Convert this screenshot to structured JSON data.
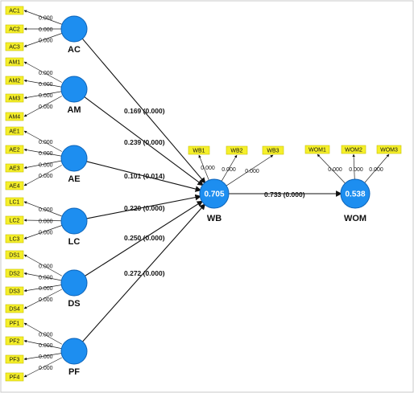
{
  "blocks": [
    {
      "construct": "AC",
      "indicators": [
        "AC1",
        "AC2",
        "AC3"
      ],
      "loadings": [
        "0.000",
        "0.000",
        "0.000"
      ]
    },
    {
      "construct": "AM",
      "indicators": [
        "AM1",
        "AM2",
        "AM3",
        "AM4"
      ],
      "loadings": [
        "0.000",
        "0.000",
        "0.000",
        "0.000"
      ]
    },
    {
      "construct": "AE",
      "indicators": [
        "AE1",
        "AE2",
        "AE3",
        "AE4"
      ],
      "loadings": [
        "0.000",
        "0.000",
        "0.000",
        "0.000"
      ]
    },
    {
      "construct": "LC",
      "indicators": [
        "LC1",
        "LC2",
        "LC3"
      ],
      "loadings": [
        "0.000",
        "0.000",
        "0.000"
      ]
    },
    {
      "construct": "DS",
      "indicators": [
        "DS1",
        "DS2",
        "DS3",
        "DS4"
      ],
      "loadings": [
        "0.000",
        "0.000",
        "0.000",
        "0.000"
      ]
    },
    {
      "construct": "PF",
      "indicators": [
        "PF1",
        "PF2",
        "PF3",
        "PF4"
      ],
      "loadings": [
        "0.000",
        "0.000",
        "0.000",
        "0.000"
      ]
    }
  ],
  "paths_to_wb": [
    "0.169 (0.000)",
    "0.239 (0.000)",
    "0.101 (0.014)",
    "0.220 (0.000)",
    "0.250 (0.000)",
    "0.272 (0.000)"
  ],
  "wb": {
    "label": "WB",
    "r2": "0.705",
    "indicators": [
      "WB1",
      "WB2",
      "WB3"
    ],
    "loadings": [
      "0.000",
      "0.000",
      "0.000"
    ]
  },
  "wom": {
    "label": "WOM",
    "r2": "0.538",
    "indicators": [
      "WOM1",
      "WOM2",
      "WOM3"
    ],
    "loadings": [
      "0.000",
      "0.000",
      "0.000"
    ]
  },
  "path_wb_wom": "0.733 (0.000)",
  "colors": {
    "construct_fill": "#1d8ef0",
    "indicator_fill": "#f5ef2a",
    "line": "#111111"
  }
}
